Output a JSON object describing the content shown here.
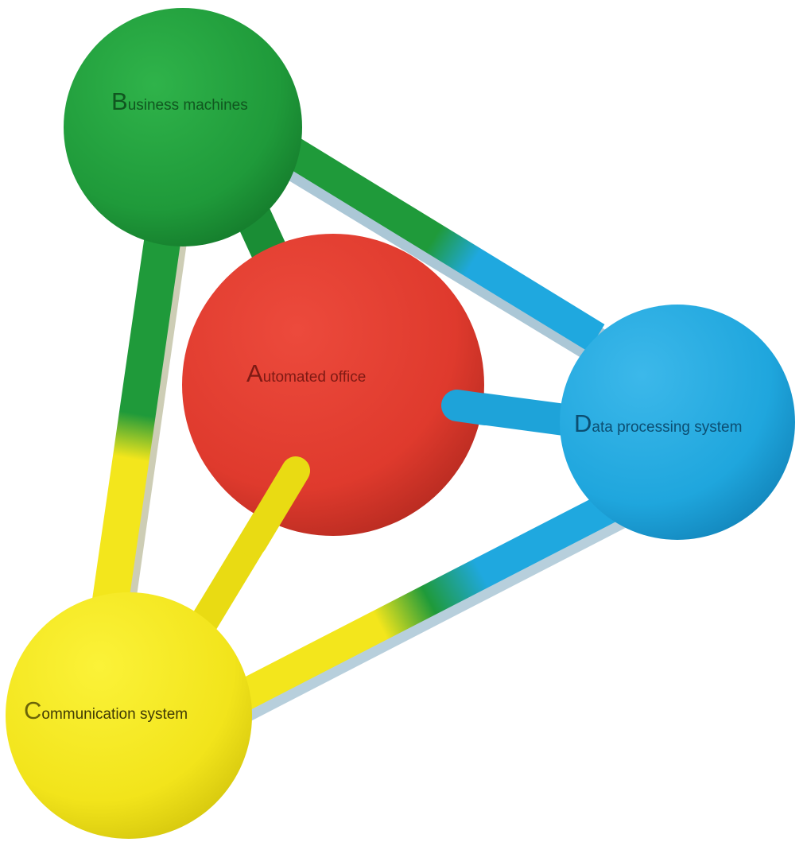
{
  "diagram": {
    "nodes": {
      "business": {
        "initial": "B",
        "rest": "usiness machines",
        "color": "#1f9a3a",
        "text_color": "#10561f"
      },
      "office": {
        "initial": "A",
        "rest": "utomated office",
        "color": "#e03a2e",
        "text_color": "#7e1a14"
      },
      "data": {
        "initial": "D",
        "rest": "ata processing system",
        "color": "#1fa8df",
        "text_color": "#0c4e72"
      },
      "communication": {
        "initial": "C",
        "rest": "ommunication system",
        "color": "#f3e61c",
        "text_color": "#6b6408"
      }
    },
    "colors": {
      "green": "#1f9a3a",
      "red": "#e03a2e",
      "blue": "#1fa8df",
      "yellow": "#f3e61c"
    }
  }
}
